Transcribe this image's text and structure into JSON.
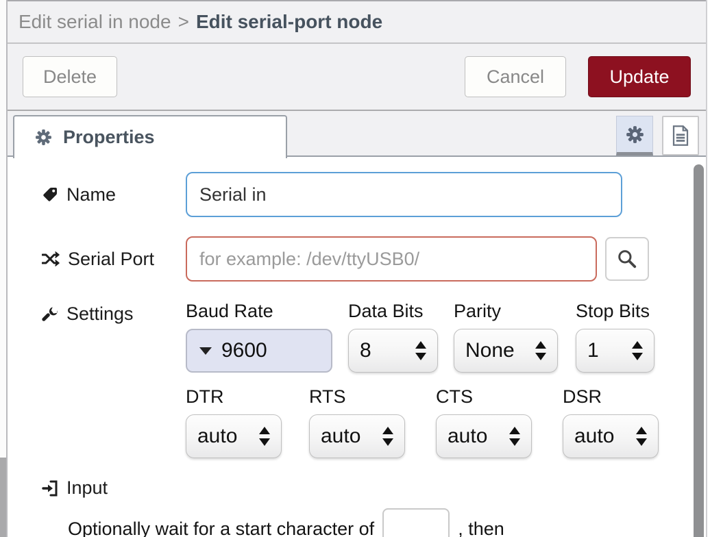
{
  "header": {
    "breadcrumb_dim": "Edit serial in node",
    "separator": ">",
    "breadcrumb_active": "Edit serial-port node"
  },
  "toolbar": {
    "delete_label": "Delete",
    "cancel_label": "Cancel",
    "update_label": "Update"
  },
  "tabs": {
    "properties_label": "Properties"
  },
  "form": {
    "name": {
      "label": "Name",
      "value": "Serial in"
    },
    "serial_port": {
      "label": "Serial Port",
      "value": "",
      "placeholder": "for example: /dev/ttyUSB0/"
    },
    "settings": {
      "label": "Settings",
      "baud": {
        "label": "Baud Rate",
        "value": "9600"
      },
      "databits": {
        "label": "Data Bits",
        "value": "8"
      },
      "parity": {
        "label": "Parity",
        "value": "None"
      },
      "stopbits": {
        "label": "Stop Bits",
        "value": "1"
      },
      "dtr": {
        "label": "DTR",
        "value": "auto"
      },
      "rts": {
        "label": "RTS",
        "value": "auto"
      },
      "cts": {
        "label": "CTS",
        "value": "auto"
      },
      "dsr": {
        "label": "DSR",
        "value": "auto"
      }
    },
    "input_section": {
      "label": "Input",
      "sentence_prefix": "Optionally wait for a start character of",
      "start_char_value": "",
      "sentence_suffix": ", then"
    }
  },
  "icons": {
    "tab": "gear-icon",
    "name": "tag-icon",
    "serial_port": "shuffle-icon",
    "settings": "wrench-icon",
    "input": "sign-in-icon",
    "search": "magnifier-icon",
    "tools": [
      "gear-icon",
      "document-icon"
    ]
  },
  "colors": {
    "update_red": "#8d1120",
    "focus_blue": "#5c9fd7",
    "error_red": "#c96a5c",
    "baud_bg": "#e0e3f2",
    "header_bg": "#f1f1f3",
    "tab_text": "#49545f"
  }
}
